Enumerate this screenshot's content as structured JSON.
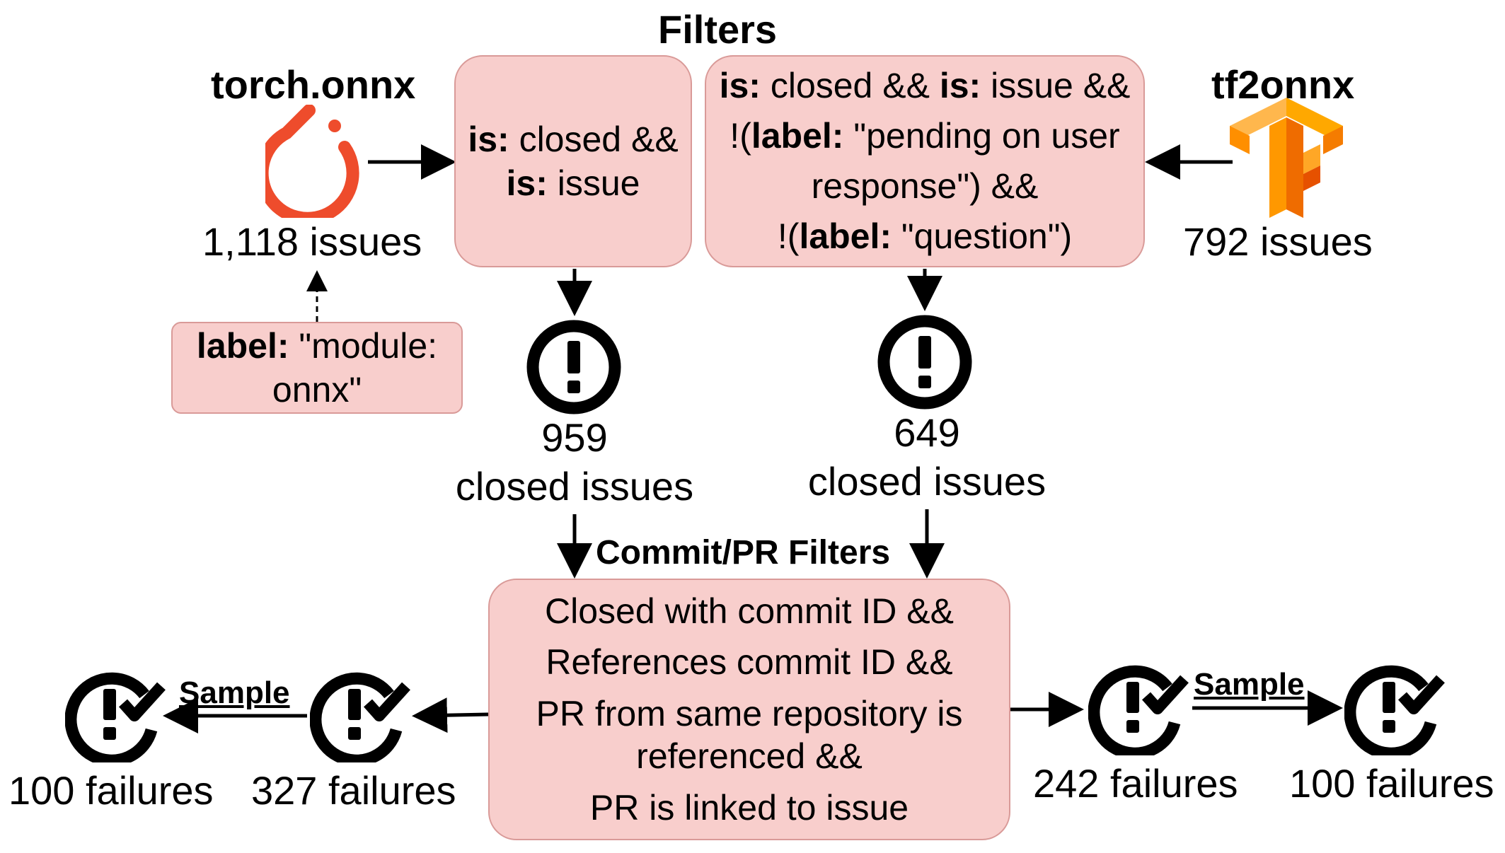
{
  "filters_title": "Filters",
  "torch": {
    "name": "torch.onnx",
    "count": "1,118 issues",
    "icon": "pytorch-logo-icon"
  },
  "tf": {
    "name": "tf2onnx",
    "count": "792 issues",
    "icon": "tensorflow-logo-icon"
  },
  "label_box": {
    "key": "label:",
    "value_line1": "\"module:",
    "value_line2": "onnx\""
  },
  "torch_filter": {
    "is1": "is:",
    "closed": " closed &&",
    "is2": "is:",
    "issue": " issue"
  },
  "tf_filter": {
    "l1_is1": "is:",
    "l1_t1": " closed && ",
    "l1_is2": "is:",
    "l1_t2": " issue &&",
    "l2_pre": "!(",
    "l2_label": "label:",
    "l2_t": " \"pending on user",
    "l3": "response\") &&",
    "l4_pre": "!(",
    "l4_label": "label:",
    "l4_t": " \"question\")"
  },
  "torch_closed": {
    "count": "959",
    "label": "closed issues",
    "icon": "issue-exclamation-icon"
  },
  "tf_closed": {
    "count": "649",
    "label": "closed issues",
    "icon": "issue-exclamation-icon"
  },
  "commit_title": "Commit/PR Filters",
  "commit_box": {
    "l1": "Closed with commit ID &&",
    "l2": "References commit ID &&",
    "l3": "PR from same repository is",
    "l4": "referenced &&",
    "l5": "PR is linked to issue"
  },
  "left_failures": {
    "total": "327 failures",
    "sample": "100 failures",
    "sample_label": "Sample",
    "icon": "issue-check-icon"
  },
  "right_failures": {
    "total": "242 failures",
    "sample": "100 failures",
    "sample_label": "Sample",
    "icon": "issue-check-icon"
  },
  "colors": {
    "box_fill": "#f8cecc",
    "box_border": "#d99a98",
    "pytorch": "#ee4c2c",
    "tf_orange": "#ff8f00"
  }
}
